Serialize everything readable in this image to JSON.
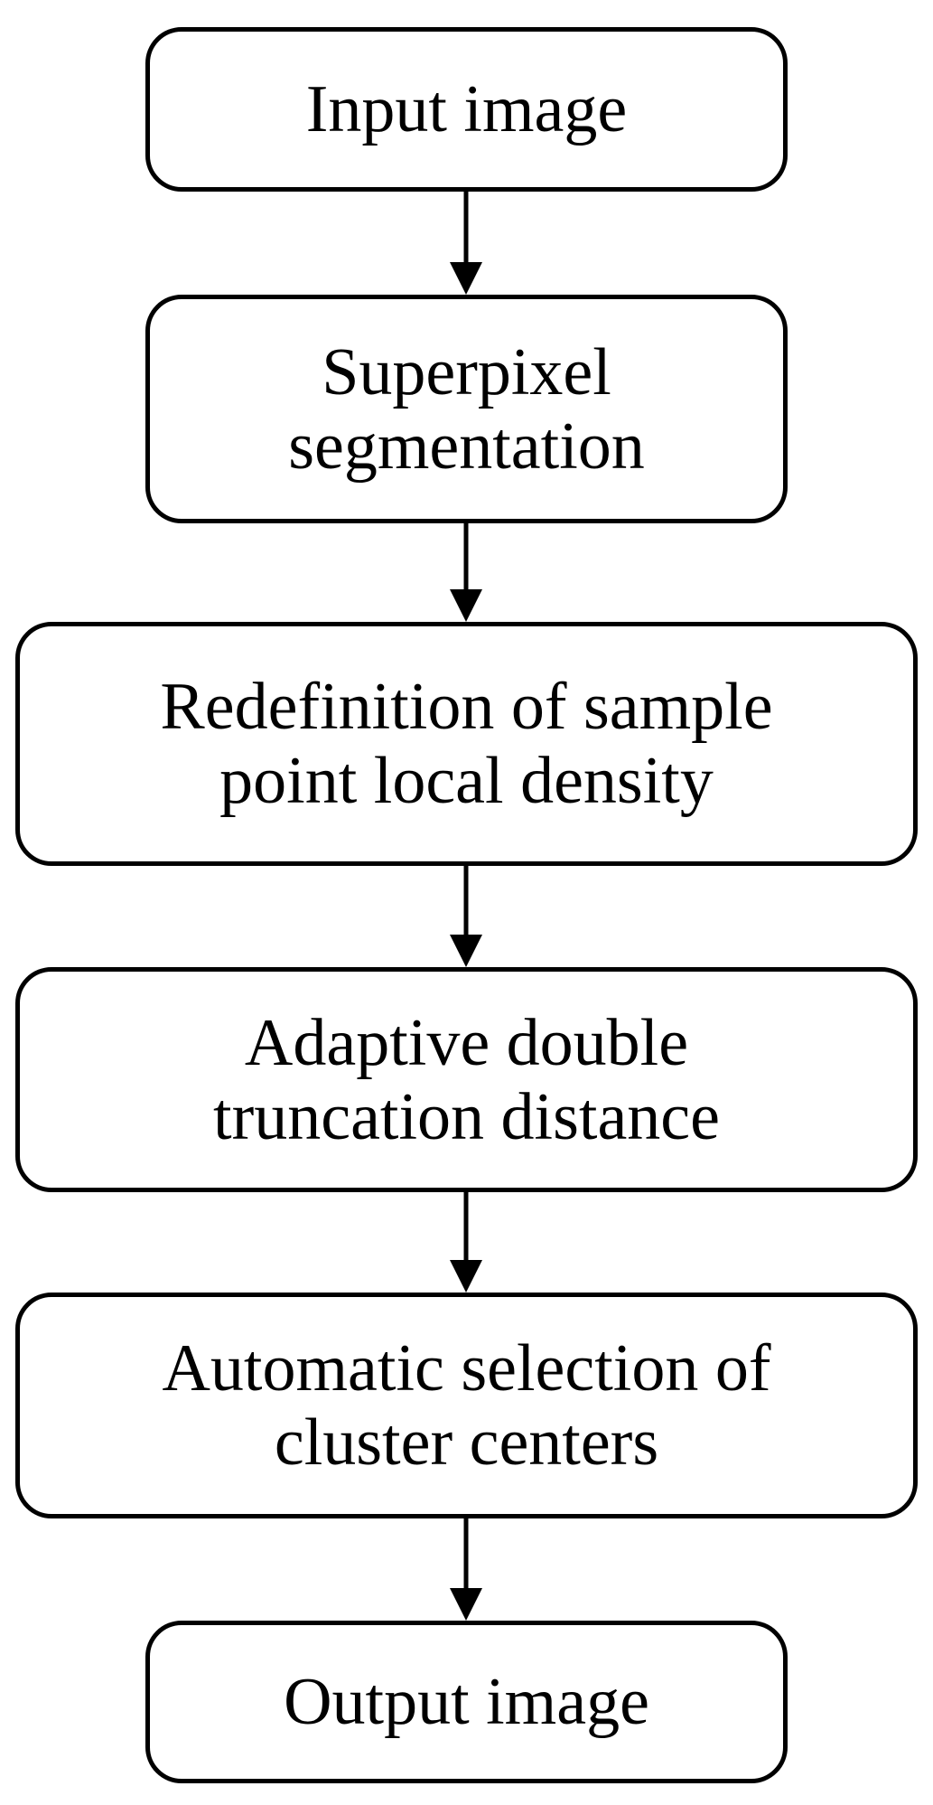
{
  "flowchart": {
    "steps": [
      {
        "id": "input",
        "lines": [
          "Input image"
        ]
      },
      {
        "id": "superpixel",
        "lines": [
          "Superpixel",
          "segmentation"
        ]
      },
      {
        "id": "density",
        "lines": [
          "Redefinition of sample",
          "point local density"
        ]
      },
      {
        "id": "truncation",
        "lines": [
          "Adaptive double",
          "truncation distance"
        ]
      },
      {
        "id": "centers",
        "lines": [
          "Automatic selection of",
          "cluster centers"
        ]
      },
      {
        "id": "output",
        "lines": [
          "Output image"
        ]
      }
    ],
    "colors": {
      "stroke": "#000000",
      "fill": "#ffffff",
      "text": "#000000"
    }
  }
}
